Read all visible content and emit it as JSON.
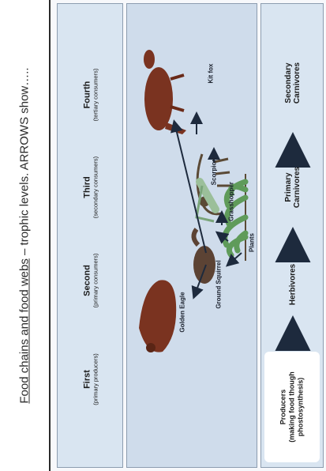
{
  "title": {
    "part1": "Food chains and food webs",
    "part2": " – trophic levels. ARROWS show….."
  },
  "levels": [
    {
      "main": "Fourth",
      "sub": "(tertiary consumers)"
    },
    {
      "main": "Third",
      "sub": "(secondary consumers)"
    },
    {
      "main": "Second",
      "sub": "(primary consumers)"
    },
    {
      "main": "First",
      "sub": "(primary producers)"
    }
  ],
  "organisms": {
    "kit_fox": "Kit fox",
    "golden_eagle": "Golden Eagle",
    "scorpion": "Scorpion",
    "ground_squirrel": "Ground Squirrel",
    "grasshopper": "Grasshopper",
    "plants": "Plants"
  },
  "key": {
    "secondary": [
      "Secondary",
      "Carnivores"
    ],
    "primary": [
      "Primary",
      "Carnivores"
    ],
    "herbivores": "Herbivores",
    "producers": [
      "Producers",
      "(making food though",
      "phostosynthesis)"
    ]
  },
  "colors": {
    "panel": "#d9e5f1",
    "arrow": "#1d2a3d",
    "animal": "#7a3320",
    "plant": "#5f9b5a"
  }
}
